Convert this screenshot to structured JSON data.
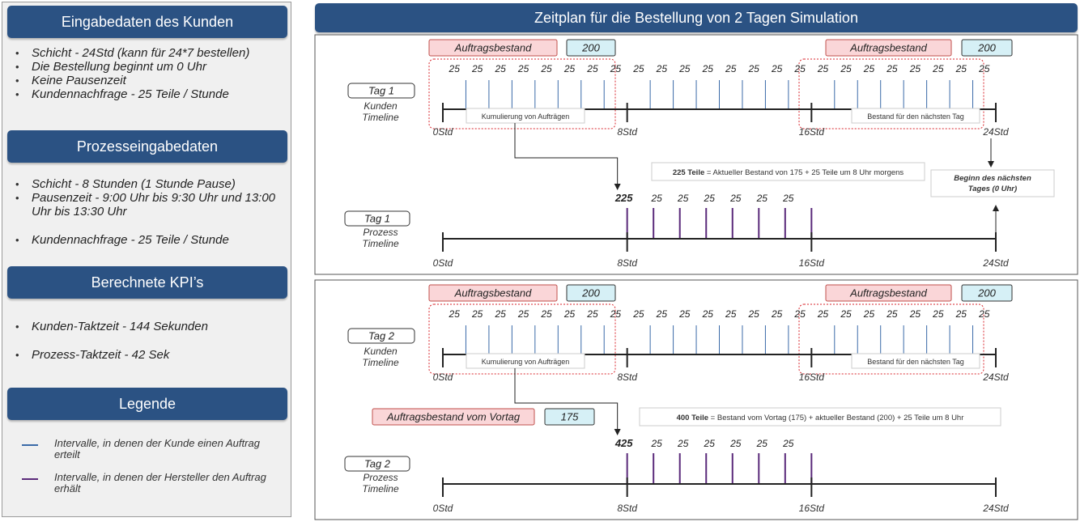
{
  "left": {
    "input_customer": {
      "title": "Eingabedaten des Kunden",
      "bullets": [
        "Schicht - 24Std (kann für 24*7 bestellen)",
        "Die Bestellung beginnt um 0 Uhr",
        "Keine Pausenzeit",
        "Kundennachfrage - 25 Teile / Stunde"
      ]
    },
    "process_input": {
      "title": "Prozesseingabedaten",
      "bullets": [
        "Schicht - 8 Stunden (1 Stunde Pause)",
        "Pausenzeit - 9:00 Uhr bis 9:30 Uhr und 13:00 Uhr bis 13:30 Uhr",
        "Kundennachfrage - 25 Teile / Stunde"
      ]
    },
    "kpis": {
      "title": "Berechnete KPI’s",
      "bullets": [
        "Kunden-Taktzeit - 144 Sekunden",
        "Prozess-Taktzeit - 42 Sek"
      ]
    },
    "legend": {
      "title": "Legende",
      "items": [
        {
          "text": "Intervalle, in denen der Kunde einen Auftrag erteilt",
          "color": "#3a6aa8"
        },
        {
          "text": "Intervalle, in denen der Hersteller den Auftrag erhält",
          "color": "#5a2a7a"
        }
      ]
    }
  },
  "main": {
    "title": "Zeitplan für die Bestellung von 2 Tagen Simulation",
    "colors": {
      "pink_fill": "#fad6d8",
      "pink_border": "#c0504d",
      "cyan_fill": "#d6f0f6",
      "cyan_border": "#333333",
      "customer_tick": "#3a6aa8",
      "process_tick": "#5a2a7a",
      "dotted": "#d9262c"
    },
    "day1": {
      "backlog_label": "Auftragsbestand",
      "backlog_value": "200",
      "backlog_label_right": "Auftragsbestand",
      "backlog_value_right": "200",
      "day_tag": "Tag 1",
      "customer_timeline": "Kunden Timeline",
      "process_timeline": "Prozess Timeline",
      "hour_values": [
        "25",
        "25",
        "25",
        "25",
        "25",
        "25",
        "25",
        "25",
        "25",
        "25",
        "25",
        "25",
        "25",
        "25",
        "25",
        "25",
        "25",
        "25",
        "25",
        "25",
        "25",
        "25",
        "25",
        "25"
      ],
      "axis_labels": [
        "0Std",
        "8Std",
        "16Std",
        "24Std"
      ],
      "accumulation": "Kumulierung von Aufträgen",
      "next_day_stock": "Bestand für den nächsten Tag",
      "process_first": "225",
      "process_values": [
        "25",
        "25",
        "25",
        "25",
        "25",
        "25"
      ],
      "note_bold": "225 Teile",
      "note_rest": " = Aktueller Bestand von 175 + 25 Teile um 8 Uhr morgens",
      "next_day_start": "Beginn des nächsten Tages (0 Uhr)"
    },
    "day2": {
      "backlog_label": "Auftragsbestand",
      "backlog_value": "200",
      "backlog_label_right": "Auftragsbestand",
      "backlog_value_right": "200",
      "day_tag": "Tag 2",
      "customer_timeline": "Kunden Timeline",
      "process_timeline": "Prozess Timeline",
      "hour_values": [
        "25",
        "25",
        "25",
        "25",
        "25",
        "25",
        "25",
        "25",
        "25",
        "25",
        "25",
        "25",
        "25",
        "25",
        "25",
        "25",
        "25",
        "25",
        "25",
        "25",
        "25",
        "25",
        "25",
        "25"
      ],
      "axis_labels": [
        "0Std",
        "8Std",
        "16Std",
        "24Std"
      ],
      "accumulation": "Kumulierung von Aufträgen",
      "next_day_stock": "Bestand für den nächsten Tag",
      "prev_backlog_label": "Auftragsbestand vom Vortag",
      "prev_backlog_value": "175",
      "process_first": "425",
      "process_values": [
        "25",
        "25",
        "25",
        "25",
        "25",
        "25"
      ],
      "note_bold": "400 Teile",
      "note_rest": " = Bestand vom Vortag (175) + aktueller Bestand (200) + 25 Teile um 8 Uhr"
    }
  }
}
